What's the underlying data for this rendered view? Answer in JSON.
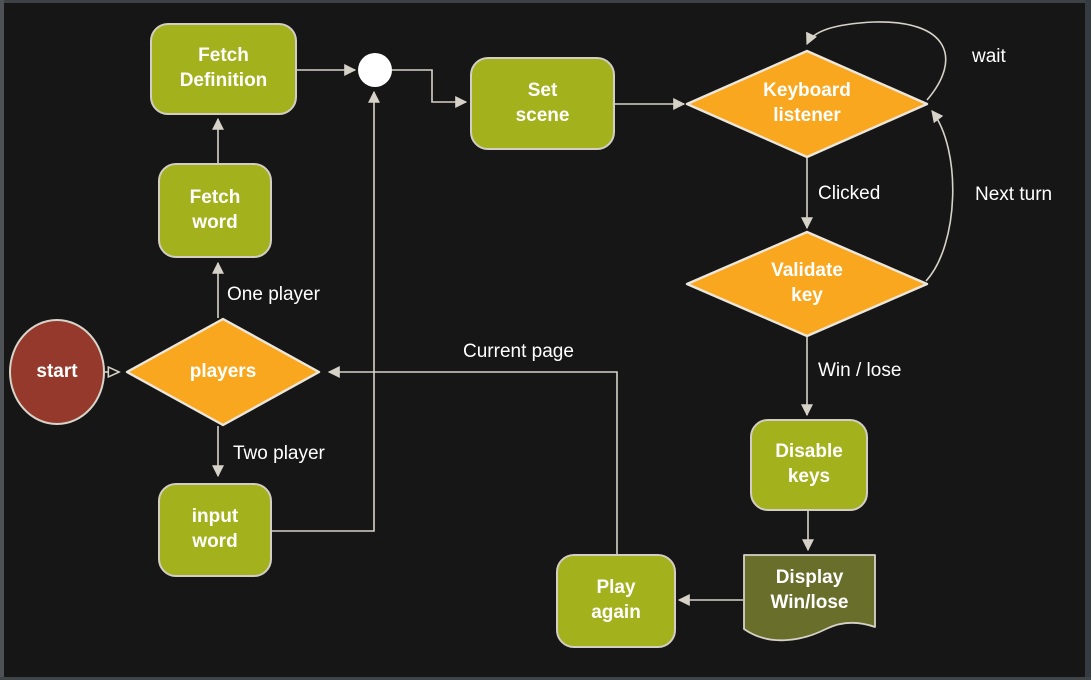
{
  "colors": {
    "background": "#161616",
    "green": "#a3b11d",
    "orange": "#f9a71f",
    "red": "#94392b",
    "olive": "#6a6e2b",
    "wire": "#d6d2c8",
    "text": "#ffffff"
  },
  "nodes": {
    "start": {
      "label": "start"
    },
    "players": {
      "label": "players"
    },
    "fetch_word": {
      "label": "Fetch\nword"
    },
    "fetch_definition": {
      "label": "Fetch\nDefinition"
    },
    "set_scene": {
      "label": "Set\nscene"
    },
    "keyboard_listener": {
      "label": "Keyboard\nlistener"
    },
    "validate_key": {
      "label": "Validate\nkey"
    },
    "disable_keys": {
      "label": "Disable\nkeys"
    },
    "display_win_lose": {
      "label": "Display\nWin/lose"
    },
    "play_again": {
      "label": "Play\nagain"
    },
    "input_word": {
      "label": "input\nword"
    }
  },
  "edge_labels": {
    "wait": "wait",
    "clicked": "Clicked",
    "next_turn": "Next turn",
    "win_lose": "Win / lose",
    "one_player": "One player",
    "two_player": "Two player",
    "current_page": "Current page"
  }
}
